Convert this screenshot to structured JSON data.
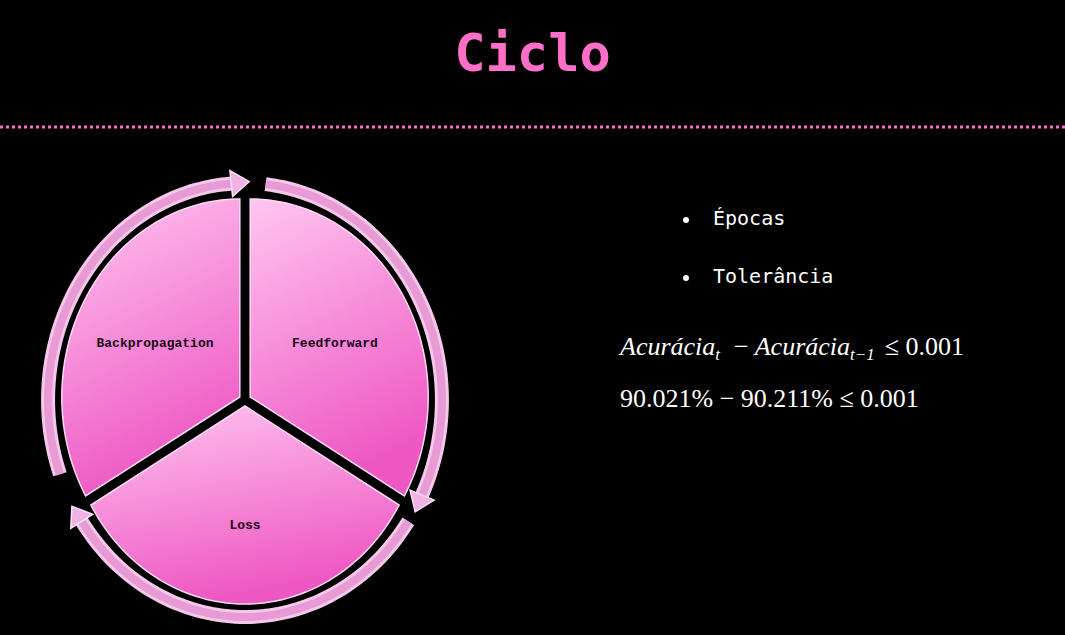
{
  "diagram": {
    "title": "Ciclo",
    "nodes": [
      {
        "text": [
          "Backpropagation"
        ]
      },
      {
        "text": [
          "Feedforward"
        ]
      },
      {
        "text": [
          "Loss"
        ]
      }
    ],
    "edges": [
      {
        "from": 0,
        "to": 1,
        "arrow": "to"
      },
      {
        "from": 1,
        "to": 2,
        "arrow": "to"
      },
      {
        "from": 2,
        "to": 0,
        "arrow": "to"
      }
    ],
    "labels": [
      "Épocas",
      "Tolerância",
      "Acurácia",
      "t",
      "−",
      "Acurácia",
      "t−1",
      "≤ 0.001",
      "90.021% − 90.211% ≤ 0.001"
    ]
  }
}
